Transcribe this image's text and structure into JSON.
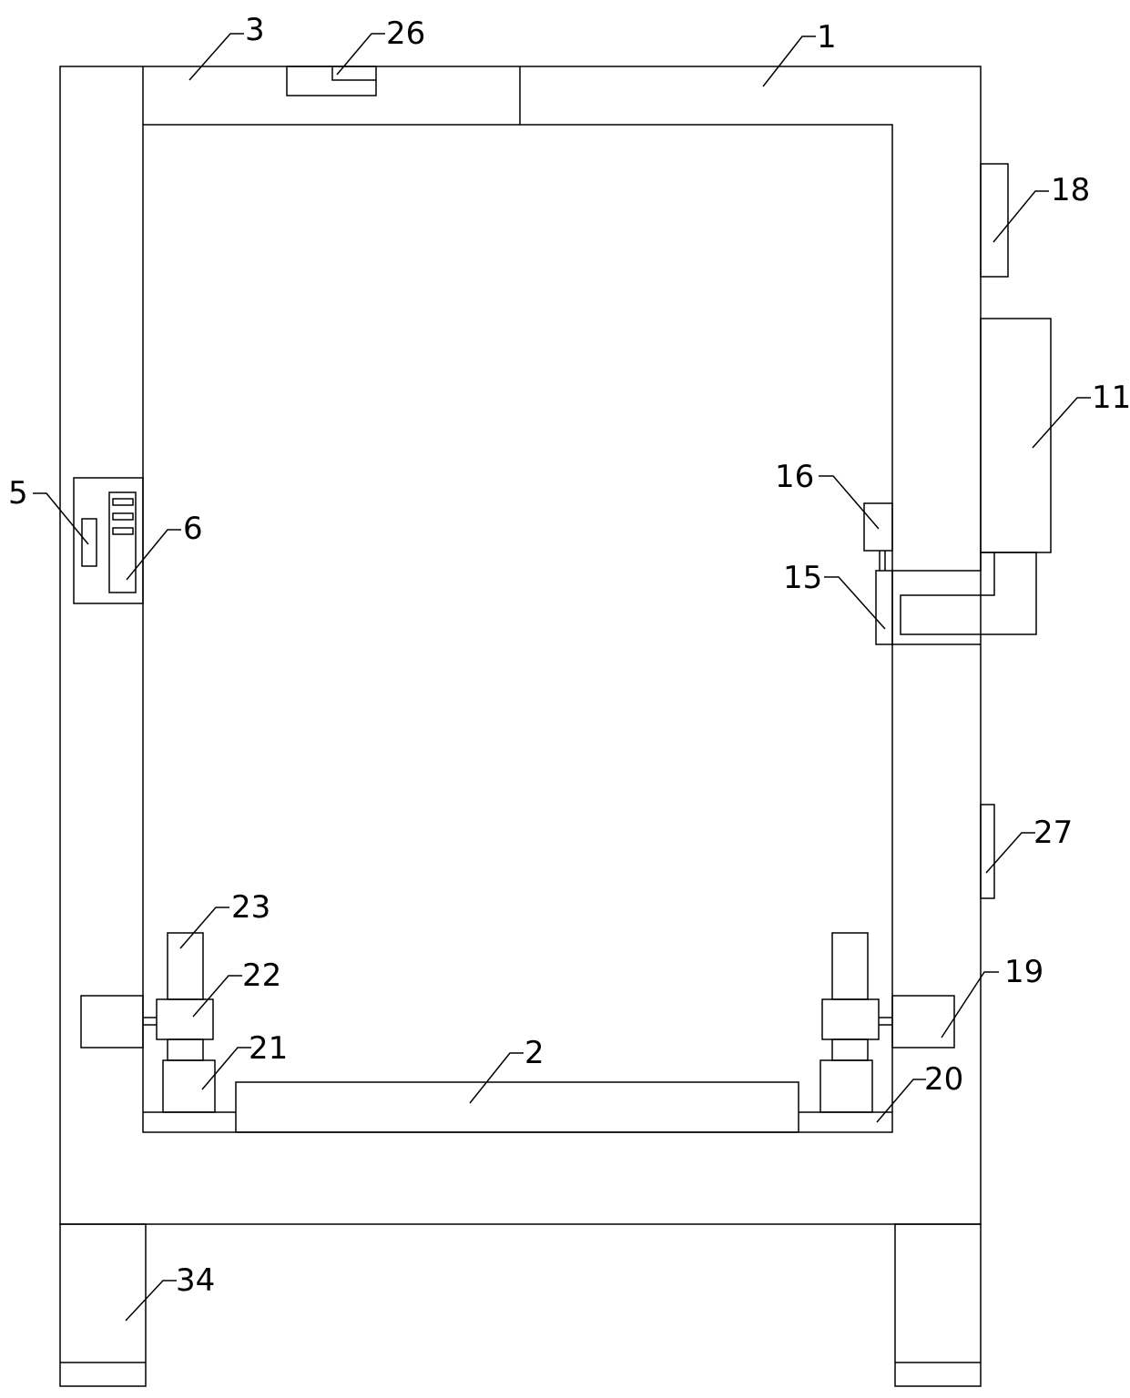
{
  "figure": {
    "line_color": "#000000",
    "background": "#ffffff"
  },
  "labels": {
    "l1": "1",
    "l2": "2",
    "l3": "3",
    "l5": "5",
    "l6": "6",
    "l11": "11",
    "l15": "15",
    "l16": "16",
    "l18": "18",
    "l19": "19",
    "l20": "20",
    "l21": "21",
    "l22": "22",
    "l23": "23",
    "l26": "26",
    "l27": "27",
    "l34": "34"
  }
}
